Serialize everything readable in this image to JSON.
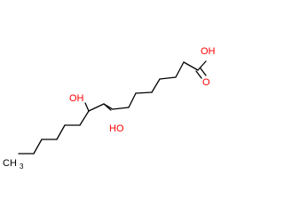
{
  "molecule": {
    "labels": {
      "carboxyl_oh": "OH",
      "carbonyl_o": "O",
      "hydroxyl_9": "HO",
      "hydroxyl_10": "OH",
      "methyl_end": "CH3"
    },
    "colors": {
      "carbon": "#000000",
      "oxygen": "#ff0000",
      "background": "#ffffff"
    }
  }
}
